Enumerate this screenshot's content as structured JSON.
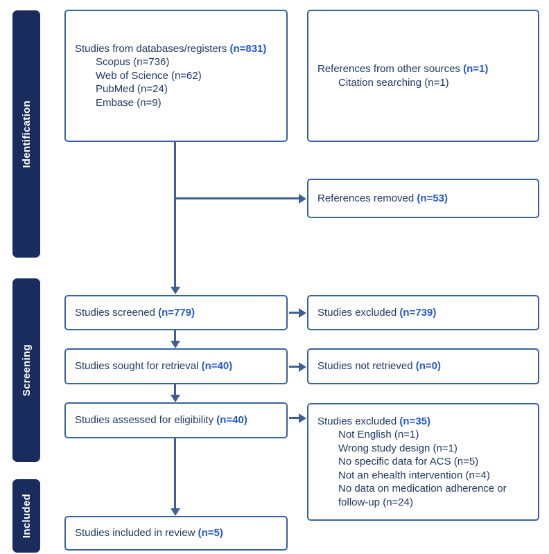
{
  "palette": {
    "stage_bar": "#1a2c5b",
    "box_border": "#3a62a0",
    "connector": "#3d5f96",
    "body_text": "#1f3864",
    "n_accent": "#2458ce"
  },
  "sidebar": {
    "stages": [
      {
        "label": "Identification"
      },
      {
        "label": "Screening"
      },
      {
        "label": "Included"
      }
    ]
  },
  "boxes": {
    "databases": {
      "title": "Studies from databases/registers ",
      "n": "(n=831)",
      "items": [
        "Scopus (n=736)",
        "Web of Science (n=62)",
        "PubMed (n=24)",
        "Embase (n=9)"
      ]
    },
    "other_sources": {
      "title": "References from other sources ",
      "n": "(n=1)",
      "items": [
        "Citation searching (n=1)"
      ]
    },
    "references_removed": {
      "title": "References removed ",
      "n": "(n=53)"
    },
    "screened": {
      "title": "Studies screened ",
      "n": "(n=779)"
    },
    "excluded_screened": {
      "title": "Studies excluded ",
      "n": "(n=739)"
    },
    "sought": {
      "title": "Studies sought for retrieval ",
      "n": "(n=40)"
    },
    "not_retrieved": {
      "title": "Studies not retrieved ",
      "n": "(n=0)"
    },
    "assessed": {
      "title": "Studies assessed for eligibility ",
      "n": "(n=40)"
    },
    "excluded_assessed": {
      "title": "Studies excluded ",
      "n": "(n=35)",
      "items": [
        "Not English (n=1)",
        "Wrong study design (n=1)",
        "No specific data for ACS (n=5)",
        "Not an ehealth intervention (n=4)",
        "No data on medication adherence or follow-up (n=24)"
      ]
    },
    "included": {
      "title": "Studies included in review ",
      "n": "(n=5)"
    }
  }
}
